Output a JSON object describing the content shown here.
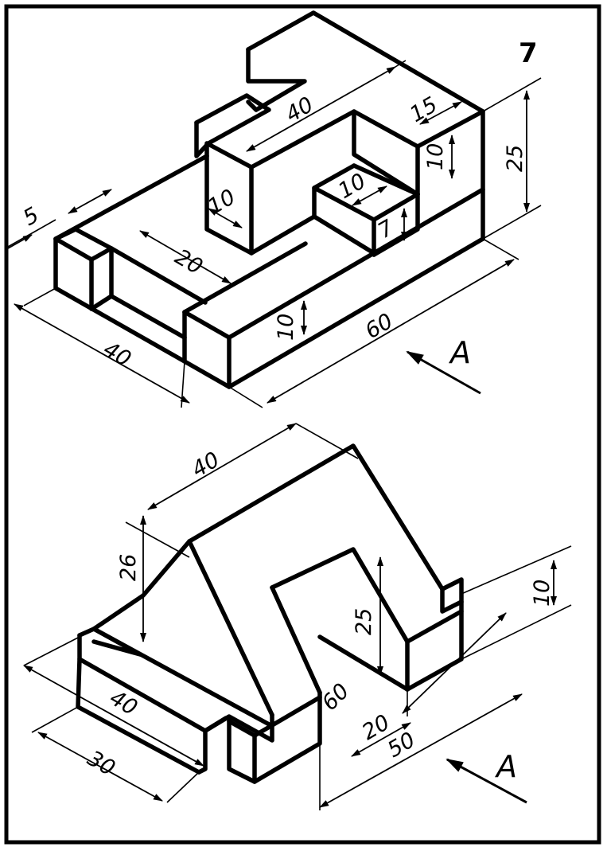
{
  "sheet": {
    "number": "7",
    "view_label_top": "A",
    "view_label_bottom": "A"
  },
  "top_part": {
    "dimensions": {
      "d40_top": "40",
      "d15": "15",
      "d25": "25",
      "d10_right": "10",
      "d10_inner": "10",
      "d7": "7",
      "d10_left": "10",
      "d5": "5",
      "d20": "20",
      "d40_left": "40",
      "d10_front": "10",
      "d60": "60"
    }
  },
  "bottom_part": {
    "dimensions": {
      "d40_top": "40",
      "d26": "26",
      "d25": "25",
      "d10": "10",
      "d60": "60",
      "d20": "20",
      "d50": "50",
      "d40_front": "40",
      "d30": "30"
    }
  }
}
